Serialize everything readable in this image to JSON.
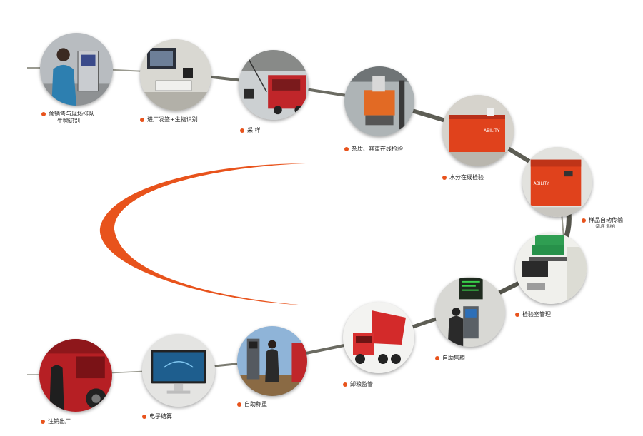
{
  "colors": {
    "accent": "#e8531c",
    "track": "#6b6b62",
    "bullet": "#e8531c"
  },
  "steps": [
    {
      "label_1": "预销售与现场排队",
      "label_2": "生物识别",
      "icon": "queue-kiosk-photo"
    },
    {
      "label_1": "进厂发签+生物识别",
      "icon": "computer-desk-photo"
    },
    {
      "label_1": "采  样",
      "icon": "truck-sampling-photo"
    },
    {
      "label_1": "杂质、容重在线检验",
      "icon": "impurity-machine-photo"
    },
    {
      "label_1": "水分在线检验",
      "icon": "moisture-machine-photo"
    },
    {
      "label_1": "样品自动传输",
      "sub": "（乱序  混样）",
      "icon": "sample-transfer-machine-photo"
    },
    {
      "label_1": "检验室管理",
      "icon": "lab-crates-photo"
    },
    {
      "label_1": "自助售粮",
      "icon": "self-service-terminal-photo"
    },
    {
      "label_1": "卸粮监管",
      "icon": "dump-truck-photo"
    },
    {
      "label_1": "自助称重",
      "icon": "weighing-kiosk-photo"
    },
    {
      "label_1": "电子结算",
      "icon": "monitor-photo"
    },
    {
      "label_1": "注销出厂",
      "icon": "red-truck-exit-photo"
    }
  ]
}
